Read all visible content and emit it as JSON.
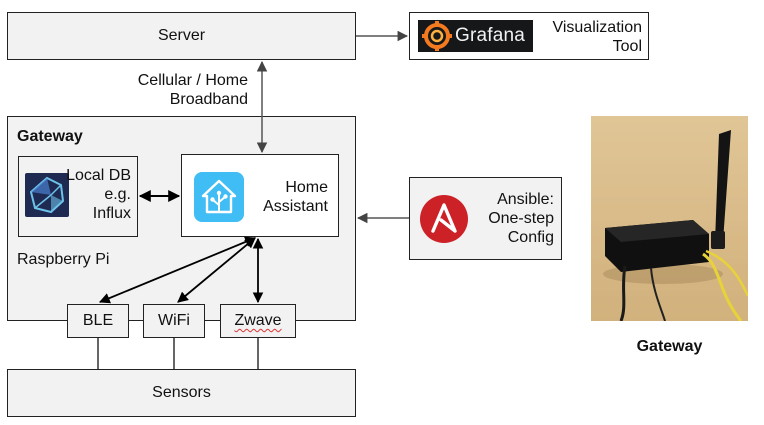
{
  "server": {
    "label": "Server"
  },
  "grafana": {
    "logo_text": "Grafana",
    "label_line1": "Visualization",
    "label_line2": "Tool"
  },
  "link": {
    "label_line1": "Cellular / Home",
    "label_line2": "Broadband"
  },
  "gateway": {
    "title": "Gateway",
    "platform": "Raspberry Pi"
  },
  "localdb": {
    "line1": "Local DB",
    "line2": "e.g.",
    "line3": "Influx"
  },
  "home_assistant": {
    "line1": "Home",
    "line2": "Assistant"
  },
  "ansible": {
    "line1": "Ansible:",
    "line2": "One-step",
    "line3": "Config"
  },
  "radios": {
    "ble": "BLE",
    "wifi": "WiFi",
    "zwave": "Zwave"
  },
  "sensors": {
    "label": "Sensors"
  },
  "photo": {
    "caption": "Gateway"
  },
  "colors": {
    "box_fill": "#f2f2f2",
    "border": "#222222",
    "grafana_bg": "#161719",
    "grafana_orange": "#f47a20",
    "ha_blue": "#41bdf5",
    "ansible_red": "#cc2127",
    "influx_navy": "#1e2a52",
    "photo_bg": "#dcc08e"
  },
  "icons": [
    "grafana-logo-icon",
    "influxdb-logo-icon",
    "home-assistant-logo-icon",
    "ansible-logo-icon",
    "gateway-photo"
  ]
}
